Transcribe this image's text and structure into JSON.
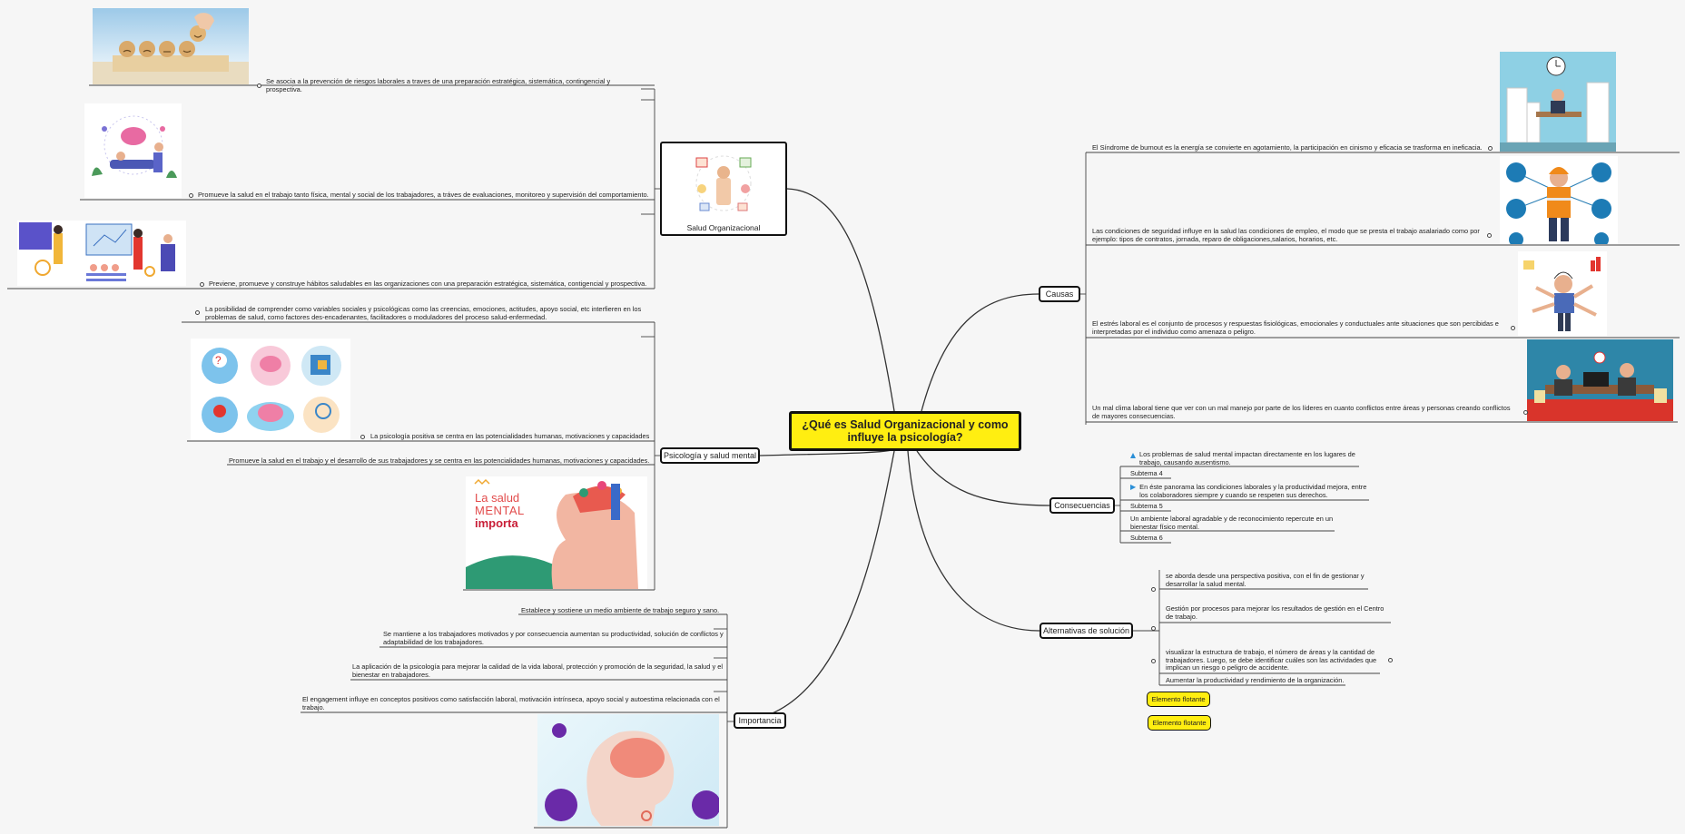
{
  "central": "¿Qué es Salud Organizacional y como influye la psicología?",
  "salud_org": {
    "label": "Salud Organizacional",
    "items": [
      "Se asocia a la prevención de riesgos laborales a traves de una preparación estratégica, sistemática, contingencial y prospectiva.",
      "Promueve la salud en el trabajo tanto física, mental y social de los trabajadores, a tráves de evaluaciones, monitoreo y supervisión del comportamiento.",
      "Previene, promueve y construye hábitos saludables en las organizaciones con una preparación estratégica, sistemática, contigencial y prospectiva."
    ]
  },
  "psicologia": {
    "label": "Psicología y salud mental",
    "items": [
      "La posibilidad de comprender como variables sociales y psicológicas como las creencias, emociones, actitudes, apoyo social, etc interfieren en los problemas de salud, como factores des-encadenantes, facilitadores o moduladores del proceso salud-enfermedad.",
      "La psicología positiva se centra en las potencialidades humanas, motivaciones y capacidades",
      "Promueve la salud en el trabajo y el desarrollo de sus trabajadores y se centra en las potencialidades humanas, motivaciones y capacidades."
    ],
    "poster": {
      "line1": "La salud",
      "line2": "MENTAL",
      "line3": "importa"
    }
  },
  "importancia": {
    "label": "Importancia",
    "items": [
      "Establece y sostiene un medio ambiente de trabajo seguro y sano.",
      "Se mantiene a los trabajadores motivados y por consecuencia aumentan su productividad, solución de conflictos y adaptabilidad de los trabajadores.",
      "La aplicación de la psicología para mejorar la calidad de la vida laboral, protección y promoción de la seguridad, la salud y el bienestar en trabajadores.",
      "El engagement influye en conceptos positivos como satisfacción laboral, motivación intrínseca, apoyo social y autoestima relacionada con el trabajo."
    ]
  },
  "causas": {
    "label": "Causas",
    "items": [
      "El Síndrome de burnout es la energía se convierte en agotamiento, la participación en cinismo y eficacia se trasforma en ineficacia.",
      "Las condiciones de seguridad influye en la salud las condiciones de empleo, el modo que se presta el trabajo asalariado como por ejemplo: tipos de contratos, jornada, reparo de obligaciones,salarios, horarios, etc.",
      "El estrés laboral es el conjunto de procesos y respuestas fisiológicas, emocionales y conductuales ante situaciones que son percibidas e interpretadas por el individuo como amenaza o peligro.",
      "Un mal clima laboral tiene que ver con un mal manejo por parte de los líderes en cuanto conflictos entre áreas y personas creando conflictos de mayores consecuencias."
    ]
  },
  "consecuencias": {
    "label": "Consecuencias",
    "items": [
      "Los problemas de salud mental impactan directamente en los lugares de trabajo, causando ausentismo.",
      "Subtema 4",
      "En éste panorama las condiciones laborales y la productividad mejora, entre los colaboradores siempre y cuando se respeten sus derechos.",
      "Subtema 5",
      "Un ambiente laboral agradable y de reconocimiento repercute en un bienestar físico mental.",
      "Subtema 6"
    ]
  },
  "alternativas": {
    "label": "Alternativas de solución",
    "items": [
      "se aborda desde una perspectiva positiva, con el fin de gestionar y desarrollar la salud mental.",
      "Gestión por procesos para mejorar los resultados de gestión en el Centro de trabajo.",
      "visualizar la estructura de trabajo, el número de áreas y la cantidad de trabajadores. Luego, se debe identificar cuáles son las actividades que implican un riesgo o peligro de accidente.",
      "Aumentar la productividad y rendimiento de la organización."
    ]
  },
  "floating": [
    "Elemento flotante",
    "Elemento flotante"
  ],
  "colors": {
    "central_fill": "#ffee11",
    "floating_fill": "#ffee11",
    "accent_blue": "#2a8fd7"
  }
}
